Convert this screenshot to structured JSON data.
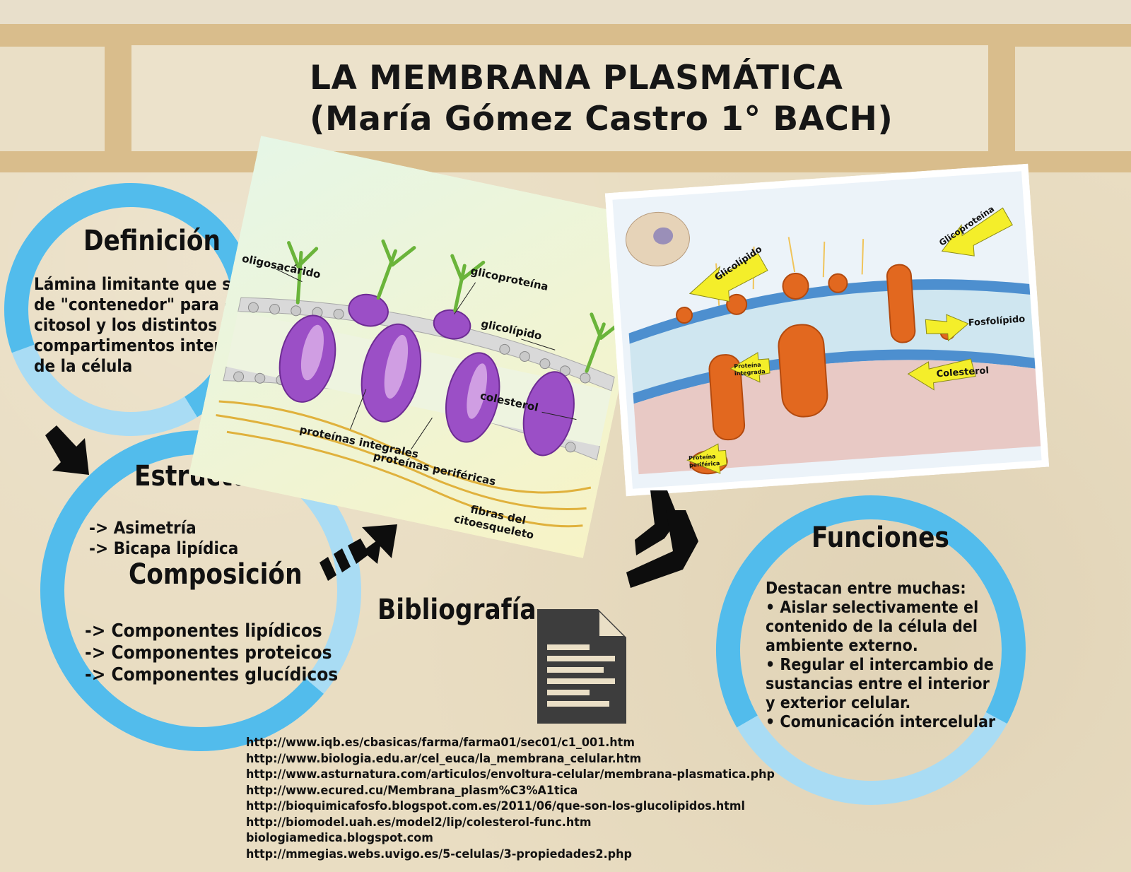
{
  "header": {
    "title_line1": "LA MEMBRANA PLASMÁTICA",
    "title_line2": "(María Gómez Castro 1° BACH)"
  },
  "definicion": {
    "heading": "Definición",
    "text_lines": [
      "Lámina limitante que sirve",
      "de \"contenedor\" para el",
      "citosol y los distintos",
      "compartimentos internos",
      "de la célula"
    ]
  },
  "estructura": {
    "heading": "Estructura",
    "items": [
      "-> Asimetría",
      "-> Bicapa lipídica"
    ]
  },
  "composicion": {
    "heading": "Composición",
    "items": [
      "-> Componentes lipídicos",
      "-> Componentes proteicos",
      "-> Componentes glucídicos"
    ]
  },
  "bibliografia": {
    "heading": "Bibliografía",
    "links": [
      "http://www.iqb.es/cbasicas/farma/farma01/sec01/c1_001.htm",
      "http://www.biologia.edu.ar/cel_euca/la_membrana_celular.htm",
      "http://www.asturnatura.com/articulos/envoltura-celular/membrana-plasmatica.php",
      "http://www.ecured.cu/Membrana_plasm%C3%A1tica",
      "http://bioquimicafosfo.blogspot.com.es/2011/06/que-son-los-glucolipidos.html",
      "http://biomodel.uah.es/model2/lip/colesterol-func.htm",
      "biologiamedica.blogspot.com",
      "http://mmegias.webs.uvigo.es/5-celulas/3-propiedades2.php"
    ]
  },
  "funciones": {
    "heading": "Funciones",
    "lines": [
      "Destacan entre muchas:",
      "• Aislar selectivamente el",
      "contenido de la célula del",
      "ambiente externo.",
      "• Regular el intercambio de",
      "sustancias entre el interior",
      "y exterior celular.",
      "• Comunicación intercelular"
    ]
  },
  "diagram_left": {
    "labels": {
      "oligosacarido": "oligosacárido",
      "glicoproteina": "glicoproteína",
      "glicolipido": "glicolípido",
      "colesterol": "colesterol",
      "proteinas_integrales": "proteínas integrales",
      "proteinas_perifericas": "proteínas periféricas",
      "fibras_1": "fibras del",
      "fibras_2": "citoesqueleto"
    }
  },
  "diagram_right": {
    "labels": {
      "glicolipido": "Glicolípido",
      "glicoproteina": "Glicoproteína",
      "fosfolipido": "Fosfolípido",
      "proteina_integrada_1": "Proteína",
      "proteina_integrada_2": "integrada",
      "colesterol": "Colesterol",
      "proteina_periferica_1": "Proteína",
      "proteina_periferica_2": "periférica"
    }
  },
  "colors": {
    "ring_dark": "#52bcec",
    "ring_light": "#a9dcf4",
    "header_band": "#d9bd8c",
    "background": "#e9ddc2"
  },
  "icons": [
    "arrow-down-right-icon",
    "arrow-up-right-icon",
    "chevron-double-icon",
    "document-icon"
  ]
}
